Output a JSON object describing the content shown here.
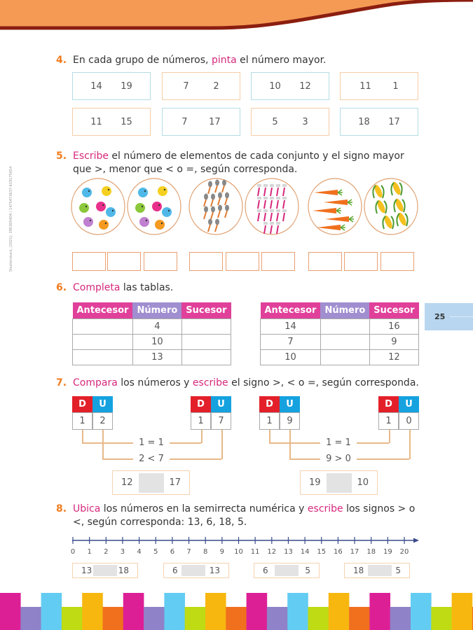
{
  "colors": {
    "header": "#f49a55",
    "header_border": "#8b1e10",
    "accent": "#f07c1e",
    "magenta": "#e0409a",
    "purple": "#a08ed0",
    "red": "#e3202a",
    "blue": "#15a2df",
    "tab": "#b8d6ef"
  },
  "ex4": {
    "num": "4.",
    "pre": "En cada grupo de números, ",
    "bold": "pinta",
    "post": " el número mayor.",
    "groups": [
      [
        "14",
        "19"
      ],
      [
        "7",
        "2"
      ],
      [
        "10",
        "12"
      ],
      [
        "11",
        "1"
      ],
      [
        "11",
        "15"
      ],
      [
        "7",
        "17"
      ],
      [
        "5",
        "3"
      ],
      [
        "18",
        "17"
      ]
    ]
  },
  "ex5": {
    "num": "5.",
    "bold": "Escribe",
    "text": " el número de elementos de cada conjunto y el signo mayor que >, menor que < o =, según corresponda.",
    "credit": "Shutterstock, (2021). 395305404 / 1475473637-619175654"
  },
  "ex6": {
    "num": "6.",
    "bold": "Completa",
    "text": " las tablas.",
    "headers": [
      "Antecesor",
      "Número",
      "Sucesor"
    ],
    "table1": [
      [
        "",
        "4",
        ""
      ],
      [
        "",
        "10",
        ""
      ],
      [
        "",
        "13",
        ""
      ]
    ],
    "table2": [
      [
        "14",
        "",
        "16"
      ],
      [
        "7",
        "",
        "9"
      ],
      [
        "10",
        "",
        "12"
      ]
    ]
  },
  "page_number": "25",
  "ex7": {
    "num": "7.",
    "bold1": "Compara",
    "mid": " los números y ",
    "bold2": "escribe",
    "text": " el signo >, < o =, según corresponda.",
    "d": "D",
    "u": "U",
    "left": {
      "a": [
        "1",
        "2"
      ],
      "b": [
        "1",
        "7"
      ],
      "c1": "1 = 1",
      "c2": "2 < 7",
      "x": "12",
      "y": "17"
    },
    "right": {
      "a": [
        "1",
        "9"
      ],
      "b": [
        "1",
        "0"
      ],
      "c1": "1 = 1",
      "c2": "9 > 0",
      "x": "19",
      "y": "10"
    }
  },
  "ex8": {
    "num": "8.",
    "bold1": "Ubica",
    "mid": " los números en la semirrecta numérica y ",
    "bold2": "escribe",
    "text": " los signos > o <, según corresponda: 13, 6, 18, 5.",
    "ticks": [
      "0",
      "1",
      "2",
      "3",
      "4",
      "5",
      "6",
      "7",
      "8",
      "9",
      "10",
      "11",
      "12",
      "13",
      "14",
      "15",
      "16",
      "17",
      "18",
      "19",
      "20"
    ],
    "pairs": [
      [
        "13",
        "18"
      ],
      [
        "6",
        "13"
      ],
      [
        "6",
        "5"
      ],
      [
        "18",
        "5"
      ]
    ]
  }
}
